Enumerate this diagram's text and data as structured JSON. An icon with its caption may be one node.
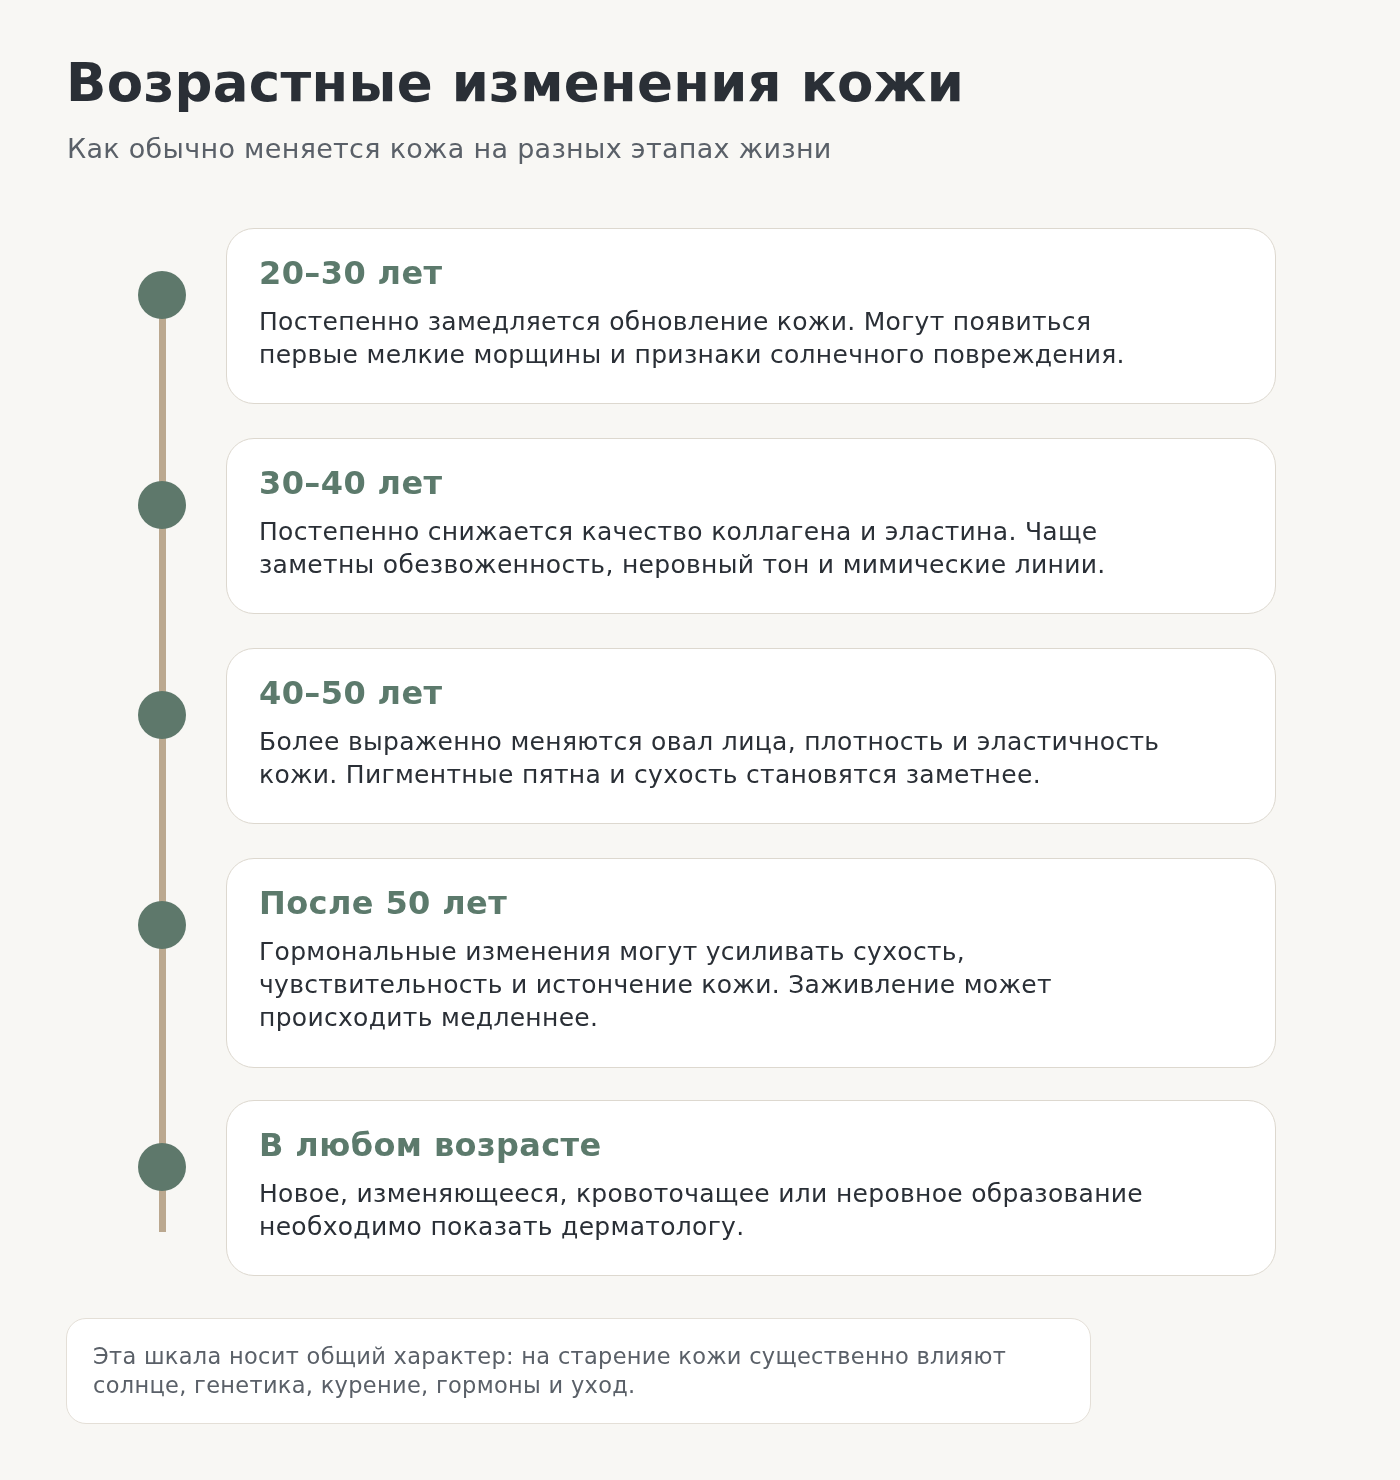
{
  "diagram": {
    "title": "Возрастные изменения кожи",
    "nodes": [
      {
        "text": [
          "20–30 лет",
          "Постепенно замедляется обновление кожи. Могут появиться первые мелкие морщины и признаки солнечного повреждения."
        ]
      },
      {
        "text": [
          "30–40 лет",
          "Постепенно снижается качество коллагена и эластина. Чаще заметны обезвоженность, неровный тон и мимические линии."
        ]
      },
      {
        "text": [
          "40–50 лет",
          "Более выраженно меняются овал лица, плотность и эластичность кожи. Пигментные пятна и сухость становятся заметнее."
        ]
      },
      {
        "text": [
          "После 50 лет",
          "Гормональные изменения могут усиливать сухость, чувствительность и истончение кожи. Заживление может происходить медленнее."
        ]
      },
      {
        "text": [
          "В любом возрасте",
          "Новое, изменяющееся, кровоточащее или неровное образование необходимо показать дерматологу."
        ]
      },
      {
        "text": [
          "Эта шкала носит общий характер: на старение кожи существенно влияют солнце, генетика, курение, гормоны и уход."
        ]
      }
    ],
    "labels": [
      "Как обычно меняется кожа на разных этапах жизни"
    ]
  }
}
